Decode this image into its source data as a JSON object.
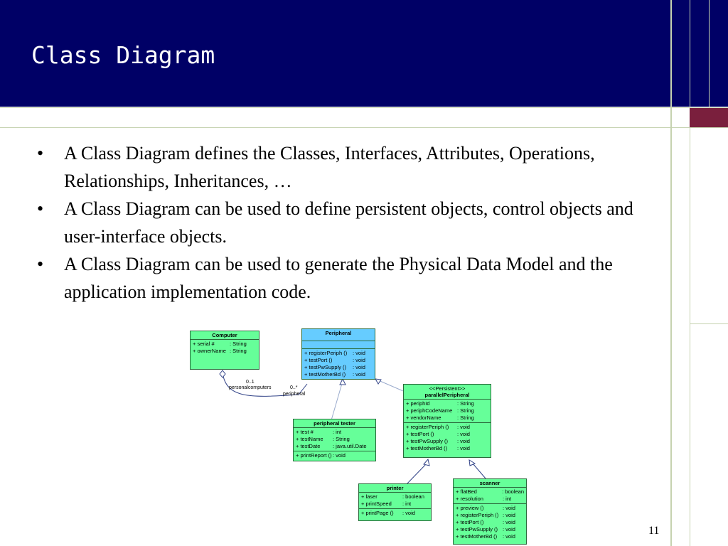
{
  "slide": {
    "title": "Class Diagram",
    "bullets": [
      "A Class Diagram defines the Classes, Interfaces, Attributes, Operations, Relationships, Inheritances, …",
      "A Class Diagram can be used to define persistent objects, control objects and user-interface objects.",
      "A Class Diagram can be used to generate the Physical Data Model and the application implementation code."
    ],
    "bullet_glyph": "•",
    "page_number": "11"
  },
  "colors": {
    "header": "#000066",
    "accent": "#7a1f3d",
    "class_fill": "#66ff99",
    "interface_fill": "#66ccff"
  },
  "diagram": {
    "computer": {
      "name": "Computer",
      "attributes": [
        [
          "+  serial #",
          ": String"
        ],
        [
          "+  ownerName",
          ": String"
        ]
      ]
    },
    "peripheral": {
      "name": "Peripheral",
      "operations": [
        [
          "+  registerPeriph ()",
          ": void"
        ],
        [
          "+  testPort ()",
          ": void"
        ],
        [
          "+  testPwSupply ()",
          ": void"
        ],
        [
          "+  testMotherBd ()",
          ": void"
        ]
      ]
    },
    "parallel": {
      "stereotype": "<<Persistent>>",
      "name": "parallelPeripheral",
      "attributes": [
        [
          "+  periphId",
          ": String"
        ],
        [
          "+  periphCodeName",
          ": String"
        ],
        [
          "+  vendorName",
          ": String"
        ]
      ],
      "operations": [
        [
          "+  registerPeriph ()",
          ": void"
        ],
        [
          "+  testPort ()",
          ": void"
        ],
        [
          "+  testPwSupply ()",
          ": void"
        ],
        [
          "+  testMotherBd ()",
          ": void"
        ]
      ]
    },
    "tester": {
      "name": "peripheral tester",
      "attributes": [
        [
          "+  test #",
          ": int"
        ],
        [
          "+  testName",
          ": String"
        ],
        [
          "+  testDate",
          ": java.util.Date"
        ]
      ],
      "operations": [
        [
          "+  printReport ()",
          ": void"
        ]
      ]
    },
    "printer": {
      "name": "printer",
      "attributes": [
        [
          "+  laser",
          ": boolean"
        ],
        [
          "+  printSpeed",
          ": int"
        ]
      ],
      "operations": [
        [
          "+  printPage ()",
          ": void"
        ]
      ]
    },
    "scanner": {
      "name": "scanner",
      "attributes": [
        [
          "+  flatBed",
          ": boolean"
        ],
        [
          "+  resolution",
          ": int"
        ]
      ],
      "operations": [
        [
          "+  preview ()",
          ": void"
        ],
        [
          "+  registerPeriph ()",
          ": void"
        ],
        [
          "+  testPort ()",
          ": void"
        ],
        [
          "+  testPwSupply ()",
          ": void"
        ],
        [
          "+  testMotherBd ()",
          ": void"
        ]
      ]
    },
    "labels": {
      "mult_computers": "0..1",
      "role_computers": "personalcomputers",
      "mult_peripheral": "0..*",
      "role_peripheral": "peripheral"
    }
  }
}
